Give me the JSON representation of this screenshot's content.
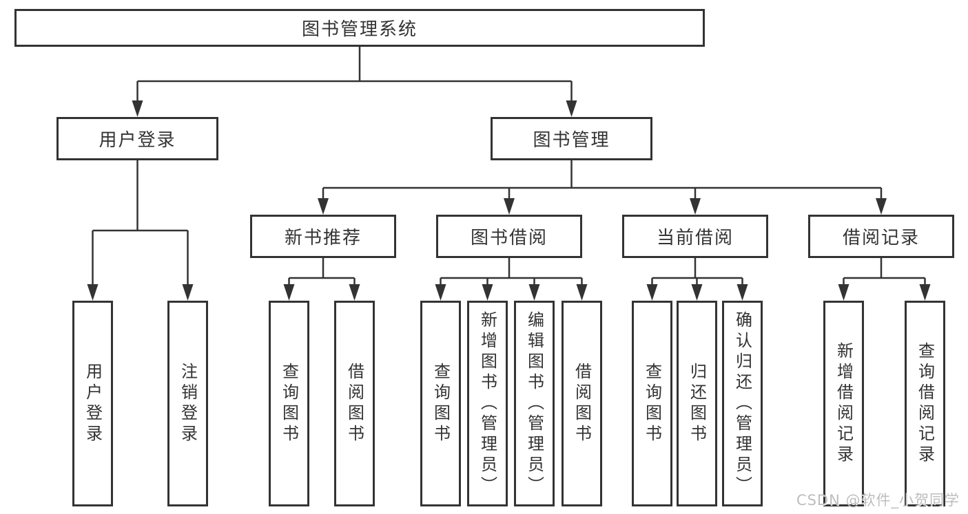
{
  "tree": {
    "label": "图书管理系统",
    "children": [
      {
        "label": "用户登录",
        "children": [
          {
            "label": "用户登录"
          },
          {
            "label": "注销登录"
          }
        ]
      },
      {
        "label": "图书管理",
        "children": [
          {
            "label": "新书推荐",
            "children": [
              {
                "label": "查询图书"
              },
              {
                "label": "借阅图书"
              }
            ]
          },
          {
            "label": "图书借阅",
            "children": [
              {
                "label": "查询图书"
              },
              {
                "label": "新增图书（管理员）"
              },
              {
                "label": "编辑图书（管理员）"
              },
              {
                "label": "借阅图书"
              }
            ]
          },
          {
            "label": "当前借阅",
            "children": [
              {
                "label": "查询图书"
              },
              {
                "label": "归还图书"
              },
              {
                "label": "确认归还（管理员）"
              }
            ]
          },
          {
            "label": "借阅记录",
            "children": [
              {
                "label": "新增借阅记录"
              },
              {
                "label": "查询借阅记录"
              }
            ]
          }
        ]
      }
    ]
  },
  "watermark": "CSDN @软件_小贺同学",
  "colors": {
    "line": "#333333",
    "box_border": "#333333",
    "text": "#333333",
    "watermark_text": "#bdbdbd",
    "background": "#ffffff"
  }
}
